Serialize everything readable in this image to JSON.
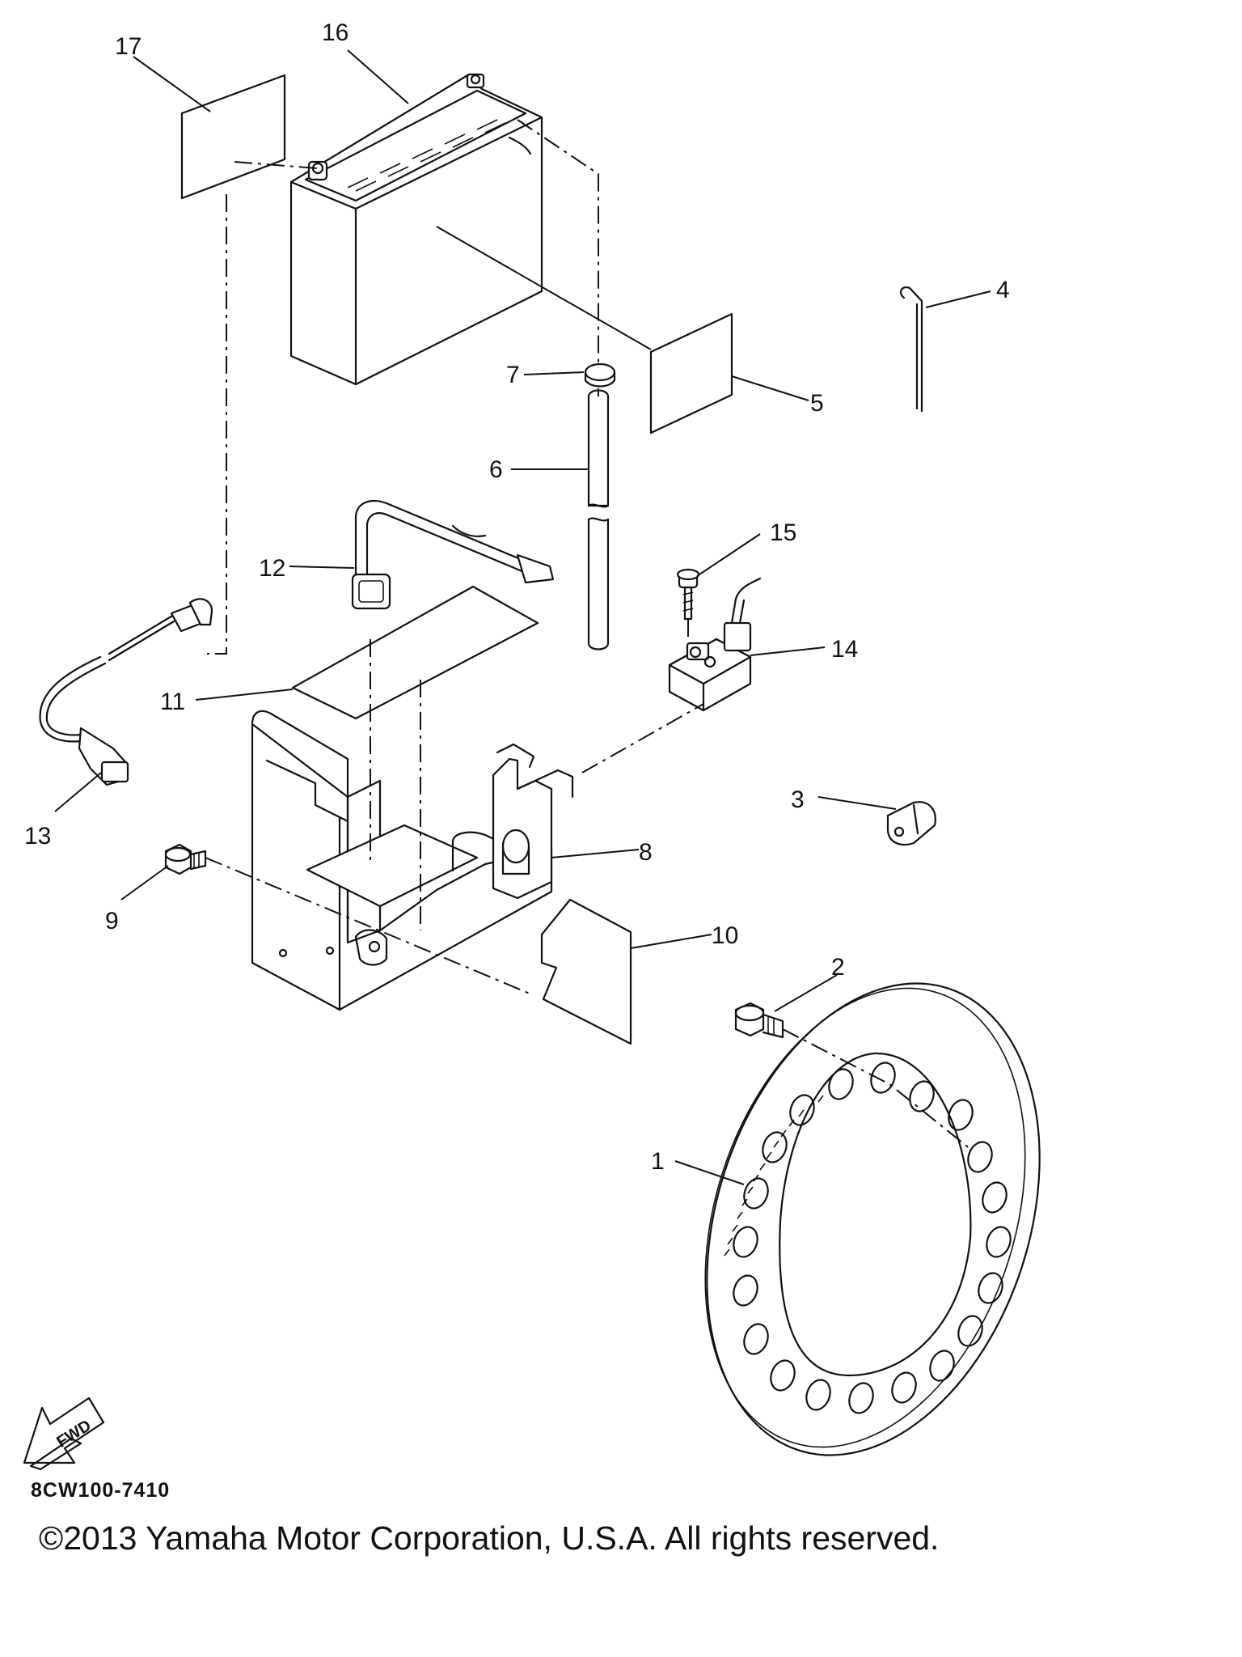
{
  "diagram": {
    "callouts": [
      "1",
      "2",
      "3",
      "4",
      "5",
      "6",
      "7",
      "8",
      "9",
      "10",
      "11",
      "12",
      "13",
      "14",
      "15",
      "16",
      "17"
    ],
    "fwd_label": "FWD",
    "drawing_code": "8CW100-7410",
    "copyright": "©2013 Yamaha Motor Corporation, U.S.A. All rights reserved."
  }
}
